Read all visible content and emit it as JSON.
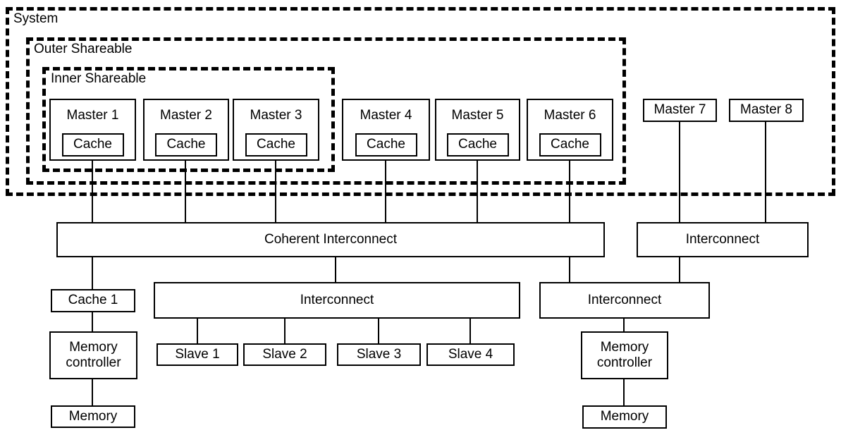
{
  "diagram": {
    "domains": {
      "system": "System",
      "outer_shareable": "Outer Shareable",
      "inner_shareable": "Inner Shareable"
    },
    "masters": [
      {
        "label": "Master 1",
        "cache": "Cache"
      },
      {
        "label": "Master 2",
        "cache": "Cache"
      },
      {
        "label": "Master 3",
        "cache": "Cache"
      },
      {
        "label": "Master 4",
        "cache": "Cache"
      },
      {
        "label": "Master 5",
        "cache": "Cache"
      },
      {
        "label": "Master 6",
        "cache": "Cache"
      },
      {
        "label": "Master 7"
      },
      {
        "label": "Master 8"
      }
    ],
    "interconnects": {
      "coherent": "Coherent Interconnect",
      "masters78": "Interconnect",
      "slave_bus": "Interconnect",
      "memory_bus": "Interconnect"
    },
    "slaves": [
      "Slave 1",
      "Slave 2",
      "Slave 3",
      "Slave 4"
    ],
    "left_memory_chain": {
      "cache": "Cache 1",
      "controller": "Memory controller",
      "memory": "Memory"
    },
    "right_memory_chain": {
      "controller": "Memory controller",
      "memory": "Memory"
    },
    "colors": {
      "line": "#000000",
      "background": "#ffffff",
      "text": "#000000"
    }
  }
}
